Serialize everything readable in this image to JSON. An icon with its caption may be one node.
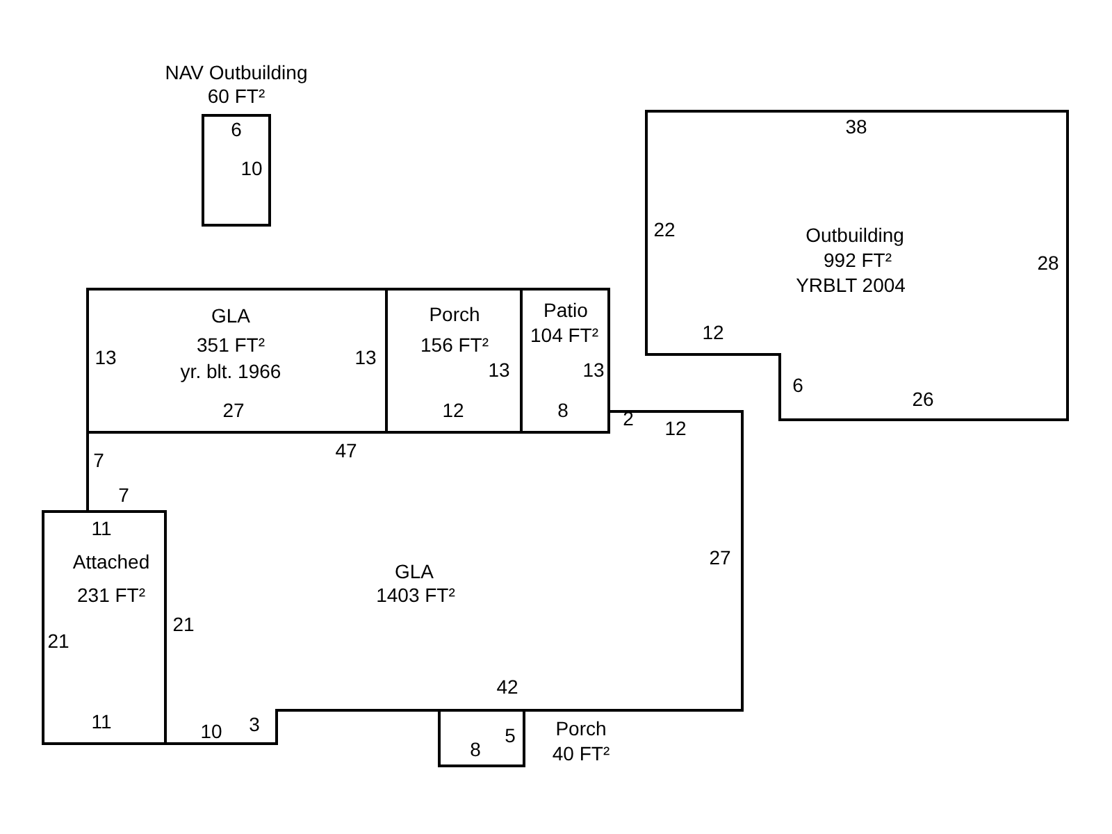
{
  "diagram": {
    "nodes": [
      {
        "text": [
          "NAV Outbuilding",
          "60 FT²"
        ]
      },
      {
        "text": [
          "Outbuilding",
          "992 FT²",
          "YRBLT 2004"
        ]
      },
      {
        "text": [
          "GLA",
          "351 FT²",
          "yr. blt. 1966"
        ]
      },
      {
        "text": [
          "Porch",
          "156 FT²"
        ]
      },
      {
        "text": [
          "Patio",
          "104 FT²"
        ]
      },
      {
        "text": [
          "Attached",
          "231 FT²"
        ]
      },
      {
        "text": [
          "GLA",
          "1403 FT²"
        ]
      },
      {
        "text": [
          "Porch",
          "40 FT²"
        ]
      }
    ],
    "labels": [
      "6",
      "38",
      "10",
      "22",
      "28",
      "12",
      "13",
      "13",
      "13",
      "13",
      "6",
      "26",
      "27",
      "12",
      "8",
      "2",
      "12",
      "47",
      "7",
      "7",
      "11",
      "27",
      "21",
      "21",
      "42",
      "11",
      "3",
      "10",
      "5",
      "8"
    ]
  }
}
